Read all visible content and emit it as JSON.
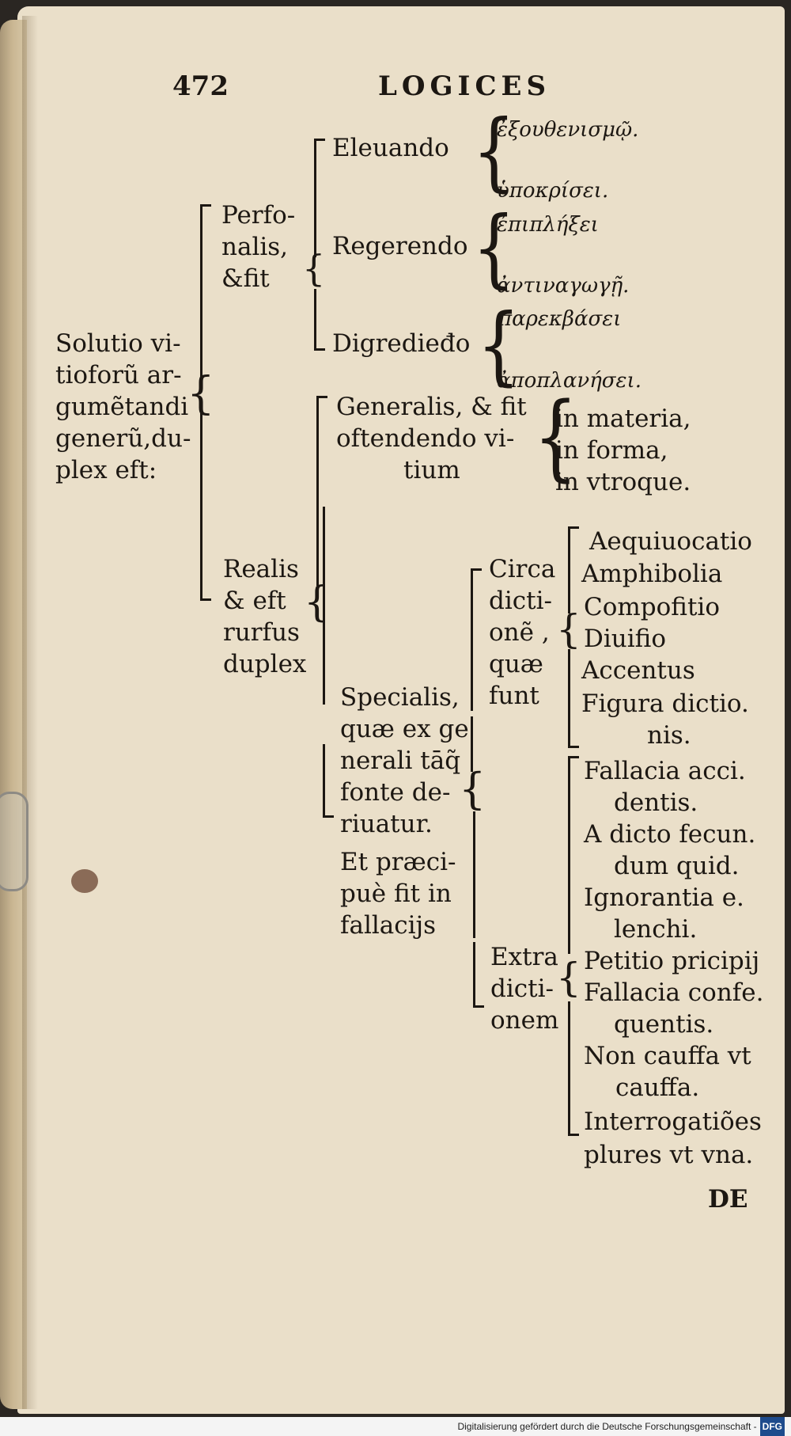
{
  "header": {
    "page_number": "472",
    "running_title": "LOGICES"
  },
  "root": [
    "Solutio vi-",
    "tioforũ ar-",
    "gumẽtandi",
    "generũ,du-",
    "plex eft:"
  ],
  "personalis": {
    "label": [
      "Perfo-",
      "nalis,",
      "&fit"
    ],
    "eleuando": {
      "label": "Eleuando",
      "items": [
        "ἐξουθενισμῷ.",
        "ὑποκρίσει."
      ]
    },
    "regerendo": {
      "label": "Regerendo",
      "items": [
        "ἐπιπλήξει",
        "ἀντιναγωγῇ."
      ]
    },
    "digrediendo": {
      "label": "Digredieđo",
      "items": [
        "παρεκβάσει",
        "ἀποπλανήσει."
      ]
    }
  },
  "realis": {
    "label": [
      "Realis",
      "& eft",
      "rurfus",
      "duplex"
    ],
    "generalis": {
      "label": [
        "Generalis, & fit",
        "oftendendo vi-",
        "tium"
      ],
      "items": [
        "in materia,",
        "in forma,",
        "in vtroque."
      ]
    },
    "specialis": {
      "label": [
        "Specialis,",
        "quæ ex ge",
        "nerali tāq̃",
        "fonte de-",
        "riuatur.",
        "Et præci-",
        "puè fit in",
        "fallacijs"
      ],
      "circa": {
        "label": [
          "Circa",
          "dicti-",
          "onẽ ,",
          "quæ",
          "funt"
        ],
        "items": [
          "Aequiuocatio",
          "Amphibolia",
          "Compofitio",
          "Diuifio",
          "Accentus",
          "Figura dictio.",
          "nis."
        ]
      },
      "extra": {
        "label": [
          "Extra",
          "dicti-",
          "onem"
        ],
        "items": [
          "Fallacia acci.",
          "dentis.",
          "A dicto fecun.",
          "dum quid.",
          "Ignorantia e.",
          "lenchi.",
          "Petitio pricipij",
          "Fallacia confe.",
          "quentis.",
          "Non cauffa vt",
          "cauffa.",
          "Interrogatiões",
          "plures vt vna."
        ]
      }
    }
  },
  "catchword": "DE",
  "footer": {
    "credit": "Digitalisierung gefördert durch die Deutsche Forschungsgemeinschaft -",
    "logo": "DFG"
  }
}
